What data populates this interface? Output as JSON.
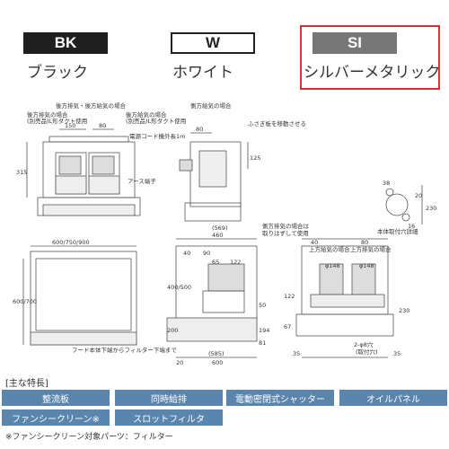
{
  "colors": {
    "bk": {
      "code": "BK",
      "name": "ブラック",
      "hex": "#1f1f1f"
    },
    "w": {
      "code": "W",
      "name": "ホワイト",
      "hex": "#ffffff"
    },
    "si": {
      "code": "SI",
      "name": "シルバーメタリック",
      "hex": "#777777"
    },
    "highlight": "#d9303a",
    "feature_bg": "#5a86ad"
  },
  "drawing": {
    "top_left_title": "後方排気・後方給気の場合",
    "top_right_title": "側方給気の場合",
    "rear_exhaust_note": "後方排気の場合",
    "rear_exhaust_sub": "(別売品)L形ダクト使用",
    "rear_supply_note": "後方給気の場合",
    "rear_supply_sub": "(別売品)L形ダクト使用",
    "cord_note": "電源コード機外長1m",
    "earth_note": "アース端子",
    "plug_note": "ふさぎ板を移動させる",
    "side_supply_note": "側方排気の場合は",
    "side_supply_note2": "取りはずして使用",
    "mount_note": "本体取付穴詳細",
    "supply_side": "上方給気の場合",
    "exhaust_side": "上方排気の場合",
    "filter_note": "フード本体下端からフィルター下端まで",
    "fixing_note": "(取付穴)",
    "dims": {
      "d150": "150",
      "d80a": "80",
      "d80b": "80",
      "d315": "315",
      "d125": "125",
      "w600": "600/750/900",
      "d569": "(569)",
      "d460": "460",
      "d40a": "40",
      "d90": "90",
      "d65": "65",
      "d122a": "122",
      "d400500": "400/500",
      "d600700": "600/700",
      "d200": "200",
      "d50": "50",
      "d194": "194",
      "d81": "81",
      "d585": "(585)",
      "d600b": "600",
      "d20": "20",
      "d40b": "40",
      "d80c": "80",
      "d148a": "φ148",
      "d148b": "φ148",
      "d122b": "122",
      "d67": "67",
      "d35a": "35",
      "d35b": "35",
      "d230a": "230",
      "d230b": "230",
      "d8": "2-φ8穴",
      "d20b": "20",
      "d38": "38",
      "d16": "16"
    }
  },
  "features": {
    "title": "[主な特長]",
    "items": [
      "整流板",
      "同時給排",
      "電動密閉式シャッター",
      "オイルパネル",
      "ファンシークリーン※",
      "スロットフィルタ"
    ],
    "note": "※ファンシークリーン対象パーツ：フィルター"
  }
}
